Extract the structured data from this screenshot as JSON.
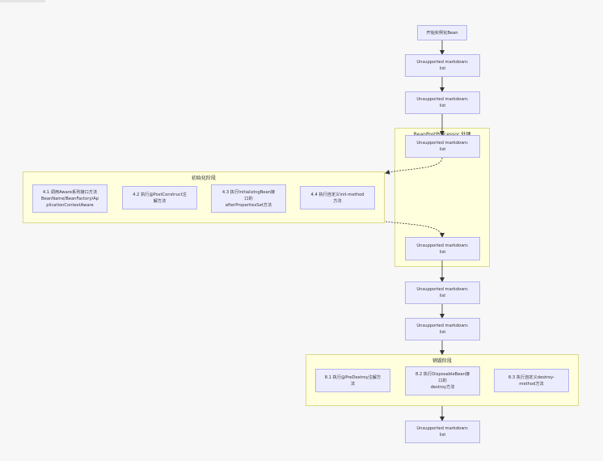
{
  "nodes": {
    "start": "开始实例化Bean",
    "step1": "Unsupported markdown:\nlist",
    "step2": "Unsupported markdown:\nlist",
    "bpp_before": "Unsupported markdown:\nlist",
    "init_1": "4.1 调用Aware系列接口方法\nBeanName/BeanFactory/Ap\nplicationContextAware",
    "init_2": "4.2 执行@PostConstruct注\n解方法",
    "init_3": "4.3 执行InitializingBean接\n口的\nafterPropertiesSet方法",
    "init_4": "4.4 执行自定义init-method\n方法",
    "bpp_after": "Unsupported markdown:\nlist",
    "step5": "Unsupported markdown:\nlist",
    "step6": "Unsupported markdown:\nlist",
    "destroy_1": "8.1 执行@PreDestroy注解方\n法",
    "destroy_2": "8.2 执行DisposableBean接\n口的\ndestroy方法",
    "destroy_3": "8.3 执行自定义destroy-\nmethod方法",
    "end": "Unsupported markdown:\nlist"
  },
  "groups": {
    "bpp": "BeanPostProcessor 处理",
    "init": "初始化阶段",
    "destroy": "销毁阶段"
  },
  "colors": {
    "node_fill": "#ececff",
    "node_border": "#b5b5ea",
    "group_fill": "#ffffde",
    "group_border": "#d9d98a",
    "edge": "#333333"
  }
}
